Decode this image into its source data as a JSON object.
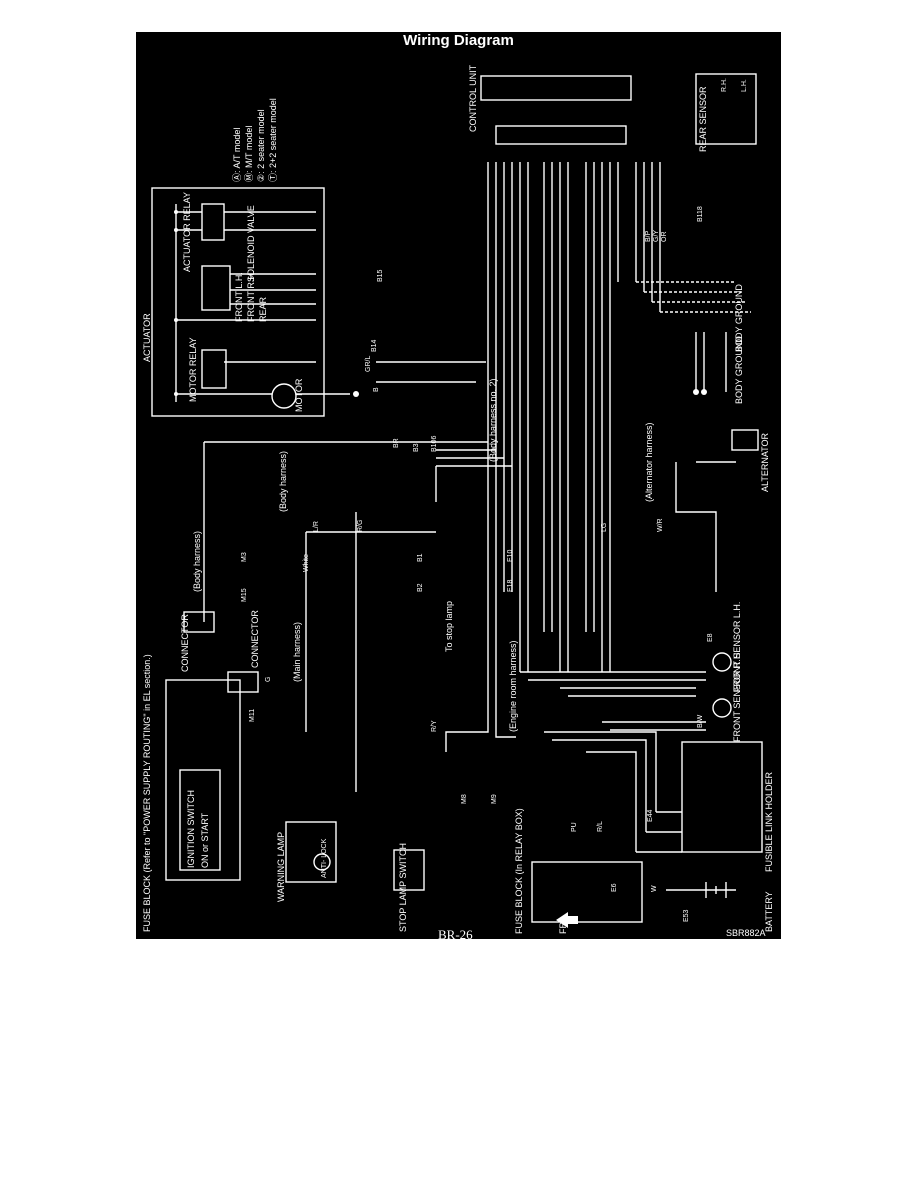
{
  "title": "Wiring Diagram",
  "page_code": "BR-26",
  "figure_code": "SBR882A",
  "legend": [
    "Ⓐ: A/T model",
    "Ⓜ: M/T model",
    "②: 2 seater model",
    "Ⓣ: 2+2 seater model"
  ],
  "components": {
    "actuator": "ACTUATOR",
    "actuator_relay": "ACTUATOR RELAY",
    "solenoid_valve": "SOLENOID VALVE",
    "front_lh": "FRONT L.H.",
    "front_rh": "FRONT R.H.",
    "rear": "REAR",
    "motor_relay": "MOTOR RELAY",
    "motor": "MOTOR",
    "control_unit": "CONTROL UNIT",
    "rear_sensor": "REAR SENSOR",
    "rear_sensor_rh": "R.H.",
    "rear_sensor_lh": "L.H.",
    "body_ground_1": "BODY GROUND",
    "body_ground_2": "BODY GROUND",
    "alternator": "ALTERNATOR",
    "alternator_harness": "(Alternator harness)",
    "front_sensor_lh": "FRONT SENSOR L.H.",
    "front_sensor_rh": "FRONT SENSOR R.H.",
    "fusible_link_holder": "FUSIBLE LINK HOLDER",
    "battery": "BATTERY",
    "fuse_block_relay": "FUSE BLOCK (In RELAY BOX)",
    "fr_arrow": "FR",
    "stop_lamp_switch": "STOP LAMP SWITCH",
    "warning_lamp": "WARNING LAMP",
    "anti_lock": "ANTI- LOCK",
    "ignition_switch": "IGNITION SWITCH",
    "on_or_start": "ON or START",
    "fuse_block_routing": "FUSE BLOCK (Refer to \"POWER SUPPLY ROUTING\" in EL section.)",
    "connector_1": "CONNECTOR",
    "connector_2": "CONNECTOR",
    "to_stop_lamp": "To stop lamp",
    "body_harness_1": "(Body harness)",
    "body_harness_2": "(Body harness)",
    "body_harness_no2": "(Body harness no. 2)",
    "main_harness": "(Main harness)",
    "engine_room_harness": "(Engine room harness)",
    "white": "White"
  },
  "wire_codes": {
    "br_r": "BR",
    "lr_1": "L/R",
    "rg_1": "R/G",
    "ry": "R/Y",
    "gr_l": "GR/L",
    "b": "B",
    "g": "G",
    "lg": "LG",
    "wr": "W/R",
    "rl": "R/L",
    "w": "W",
    "pu": "PU",
    "bw": "B/W",
    "bp": "B/P",
    "gy": "G/Y",
    "or": "OR"
  },
  "connector_ids": {
    "m3n": "M3",
    "m15": "M15",
    "m11": "M11",
    "b1": "B1",
    "b2": "B2",
    "e10": "E10",
    "e18": "E18",
    "e8": "E8",
    "e44": "E44",
    "e53": "E53",
    "m8": "M8",
    "m9": "M9",
    "b15": "B15",
    "b14": "B14",
    "b118": "B118",
    "b3": "B3",
    "b106": "B106",
    "e6": "E6"
  }
}
